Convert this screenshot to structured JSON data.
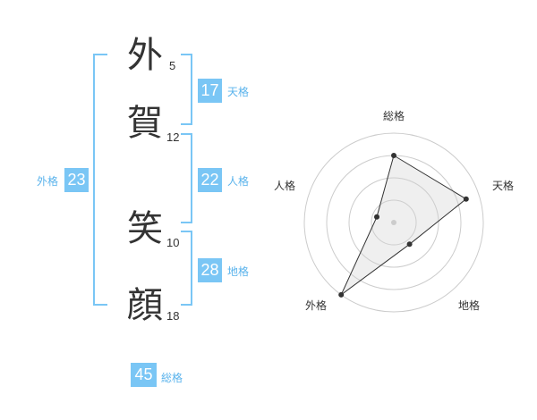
{
  "name": {
    "chars": [
      {
        "char": "外",
        "strokes": "5"
      },
      {
        "char": "賀",
        "strokes": "12"
      },
      {
        "char": "笑",
        "strokes": "10"
      },
      {
        "char": "顔",
        "strokes": "18"
      }
    ]
  },
  "fortunes": {
    "tenkaku": {
      "label": "天格",
      "value": "17"
    },
    "jinkaku": {
      "label": "人格",
      "value": "22"
    },
    "chikaku": {
      "label": "地格",
      "value": "28"
    },
    "gaikaku": {
      "label": "外格",
      "value": "23"
    },
    "soukaku": {
      "label": "総格",
      "value": "45"
    }
  },
  "colors": {
    "accent": "#7ac6f5",
    "accent_text": "#5ab3ec",
    "text": "#333333"
  },
  "chart_data": {
    "type": "radar",
    "axes": [
      "総格",
      "天格",
      "地格",
      "外格",
      "人格"
    ],
    "values": [
      0.75,
      0.85,
      0.3,
      1.0,
      0.2
    ],
    "rings": 4,
    "range": [
      0,
      1
    ]
  }
}
